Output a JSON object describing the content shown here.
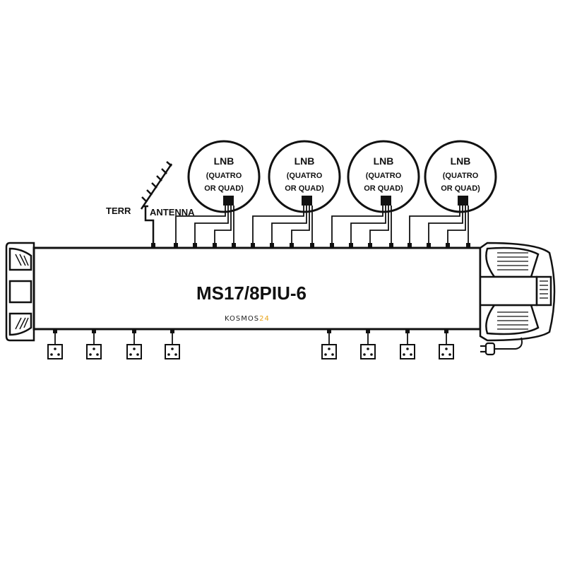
{
  "antenna": {
    "label_left": "TERR",
    "label_right": "ANTENNA"
  },
  "lnbs": [
    {
      "title": "LNB",
      "line1": "(QUATRO",
      "line2": "OR QUAD)"
    },
    {
      "title": "LNB",
      "line1": "(QUATRO",
      "line2": "OR QUAD)"
    },
    {
      "title": "LNB",
      "line1": "(QUATRO",
      "line2": "OR QUAD)"
    },
    {
      "title": "LNB",
      "line1": "(QUATRO",
      "line2": "OR QUAD)"
    }
  ],
  "multiswitch": {
    "model": "MS17/8PIU-6"
  },
  "watermark": {
    "prefix": "KOSMOS",
    "suffix": "24",
    "color": "#e8a317"
  },
  "outputs": {
    "count": 8
  },
  "colors": {
    "line": "#111111",
    "background": "#ffffff"
  }
}
